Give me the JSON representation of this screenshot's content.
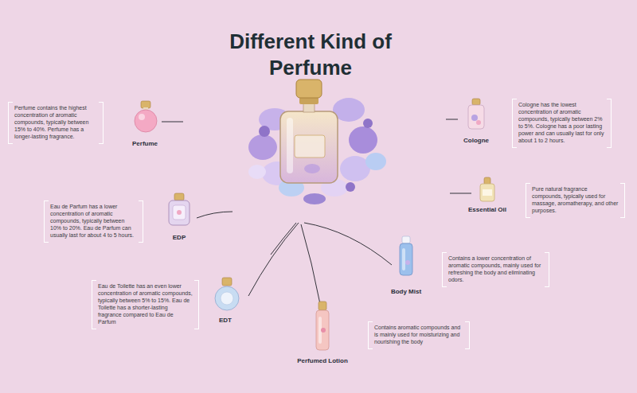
{
  "diagram": {
    "title": "Different Kind of Perfume",
    "nodes": [
      {
        "text": [
          "Perfume contains the highest concentration of aromatic compounds, typically between 15% to 40%. Perfume has a longer-lasting fragrance."
        ]
      },
      {
        "text": [
          "Cologne has the lowest concentration of aromatic compounds, typically between 2% to 5%. Cologne has a poor lasting power and can usually last for only about 1 to 2 hours."
        ]
      },
      {
        "text": [
          "Pure natural fragrance compounds, typically used for massage, aromatherapy, and other purposes."
        ]
      },
      {
        "text": [
          "Eau de Parfum has a lower concentration of aromatic compounds, typically between 10% to 20%. Eau de Parfum can usually last for about 4 to 5 hours."
        ]
      },
      {
        "text": [
          "Contains a lower concentration of aromatic compounds, mainly used for refreshing the body and eliminating odors."
        ]
      },
      {
        "text": [
          "Eau de Toilette has an even lower concentration of aromatic compounds, typically between 5% to 15%. Eau de Toilette has a shorter-lasting fragrance compared to Eau de Parfum"
        ]
      },
      {
        "text": [
          "Contains aromatic compounds and is mainly used for moisturizing and nourishing the body"
        ]
      }
    ],
    "labels": [
      "Perfume",
      "Cologne",
      "Essential Oil",
      "EDP",
      "Body Mist",
      "EDT",
      "Perfumed Lotion"
    ]
  }
}
